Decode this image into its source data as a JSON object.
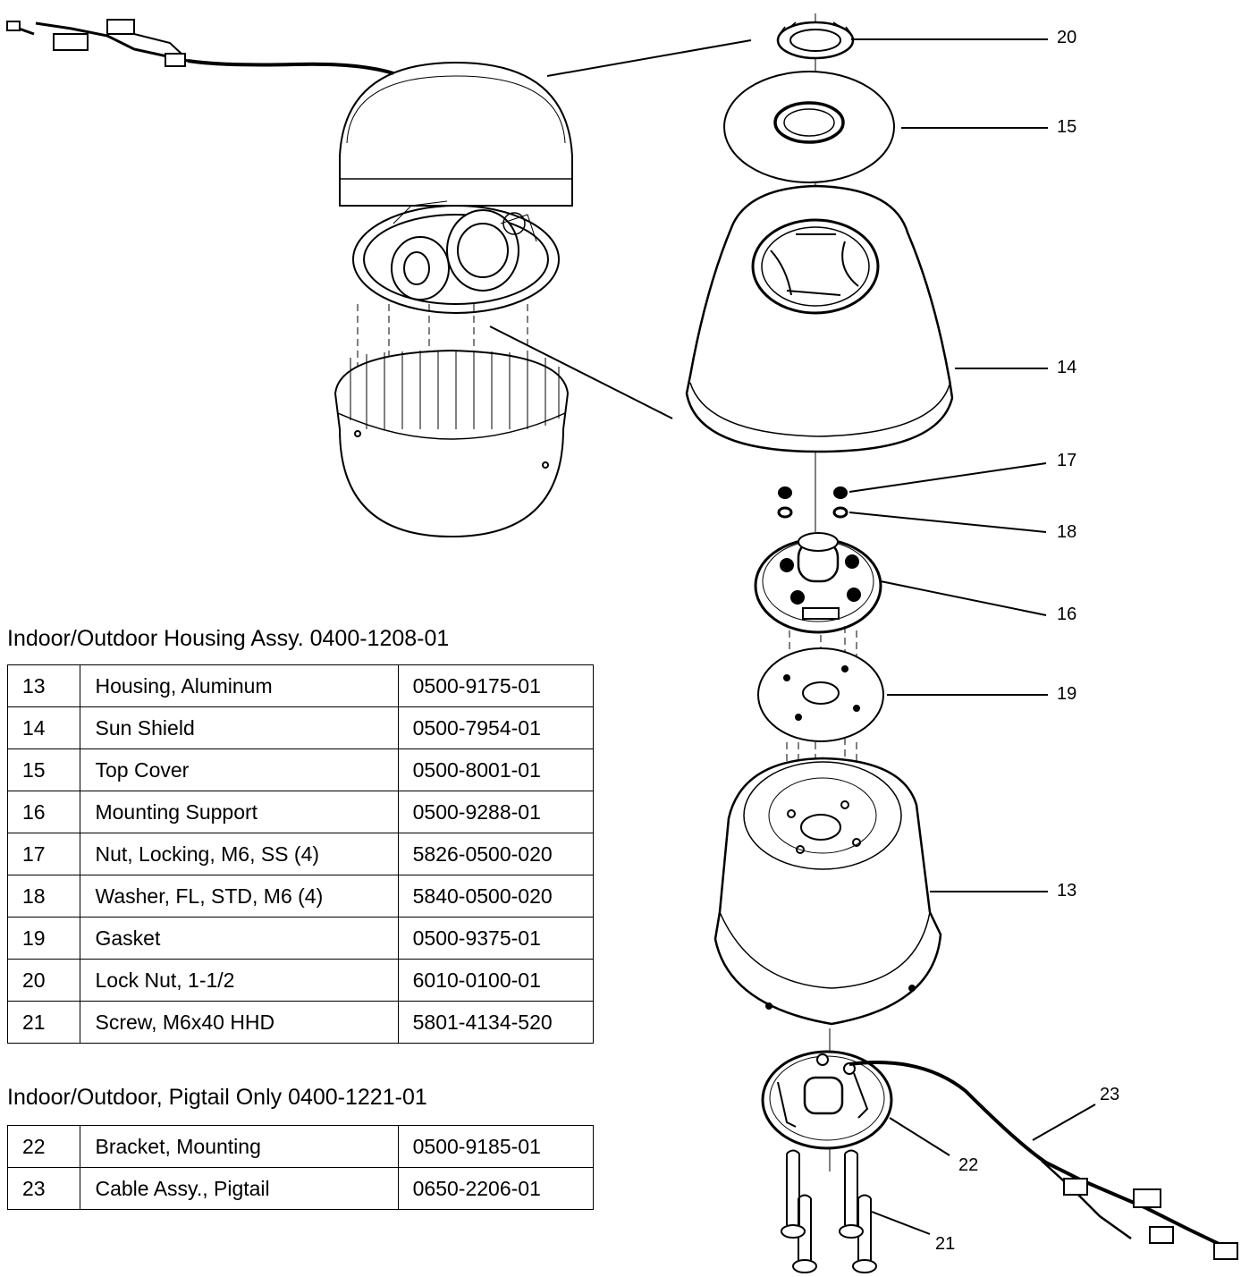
{
  "callouts": [
    {
      "id": "20",
      "label": "20"
    },
    {
      "id": "15",
      "label": "15"
    },
    {
      "id": "14",
      "label": "14"
    },
    {
      "id": "17",
      "label": "17"
    },
    {
      "id": "18",
      "label": "18"
    },
    {
      "id": "16",
      "label": "16"
    },
    {
      "id": "19",
      "label": "19"
    },
    {
      "id": "13",
      "label": "13"
    },
    {
      "id": "23",
      "label": "23"
    },
    {
      "id": "22",
      "label": "22"
    },
    {
      "id": "21",
      "label": "21"
    }
  ],
  "housing_assy": {
    "title": "Indoor/Outdoor Housing Assy. 0400-1208-01",
    "rows": [
      {
        "item": "13",
        "description": "Housing, Aluminum",
        "part_number": "0500-9175-01"
      },
      {
        "item": "14",
        "description": "Sun Shield",
        "part_number": "0500-7954-01"
      },
      {
        "item": "15",
        "description": "Top Cover",
        "part_number": "0500-8001-01"
      },
      {
        "item": "16",
        "description": "Mounting Support",
        "part_number": "0500-9288-01"
      },
      {
        "item": "17",
        "description": "Nut, Locking, M6, SS (4)",
        "part_number": "5826-0500-020"
      },
      {
        "item": "18",
        "description": "Washer, FL, STD, M6 (4)",
        "part_number": "5840-0500-020"
      },
      {
        "item": "19",
        "description": "Gasket",
        "part_number": "0500-9375-01"
      },
      {
        "item": "20",
        "description": "Lock Nut, 1-1/2",
        "part_number": "6010-0100-01"
      },
      {
        "item": "21",
        "description": "Screw, M6x40 HHD",
        "part_number": "5801-4134-520"
      }
    ]
  },
  "pigtail_assy": {
    "title": "Indoor/Outdoor, Pigtail Only 0400-1221-01",
    "rows": [
      {
        "item": "22",
        "description": "Bracket, Mounting",
        "part_number": "0500-9185-01"
      },
      {
        "item": "23",
        "description": "Cable Assy., Pigtail",
        "part_number": "0650-2206-01"
      }
    ]
  }
}
